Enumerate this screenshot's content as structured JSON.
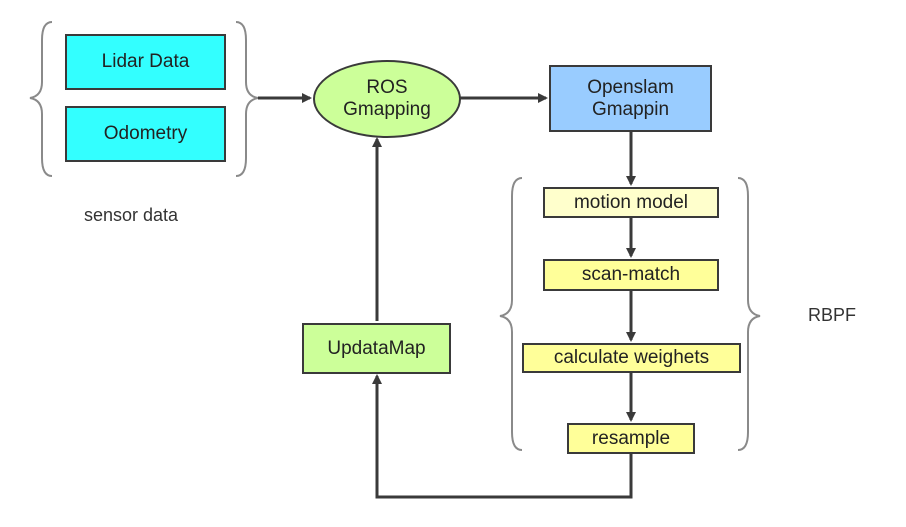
{
  "nodes": {
    "lidar": "Lidar Data",
    "odometry": "Odometry",
    "ros": "ROS\nGmapping",
    "openslam": "Openslam\nGmappin",
    "motion_model": "motion model",
    "scan_match": "scan-match",
    "calc_weights": "calculate weighets",
    "resample": "resample",
    "update_map": "UpdataMap"
  },
  "labels": {
    "sensor_data": "sensor data",
    "rbpf": "RBPF"
  },
  "colors": {
    "cyan": "#33ffff",
    "blue": "#99ccff",
    "green": "#ccff99",
    "yellow": "#ffff99",
    "light_yellow": "#ffffcc",
    "line": "#3a3a3a"
  }
}
